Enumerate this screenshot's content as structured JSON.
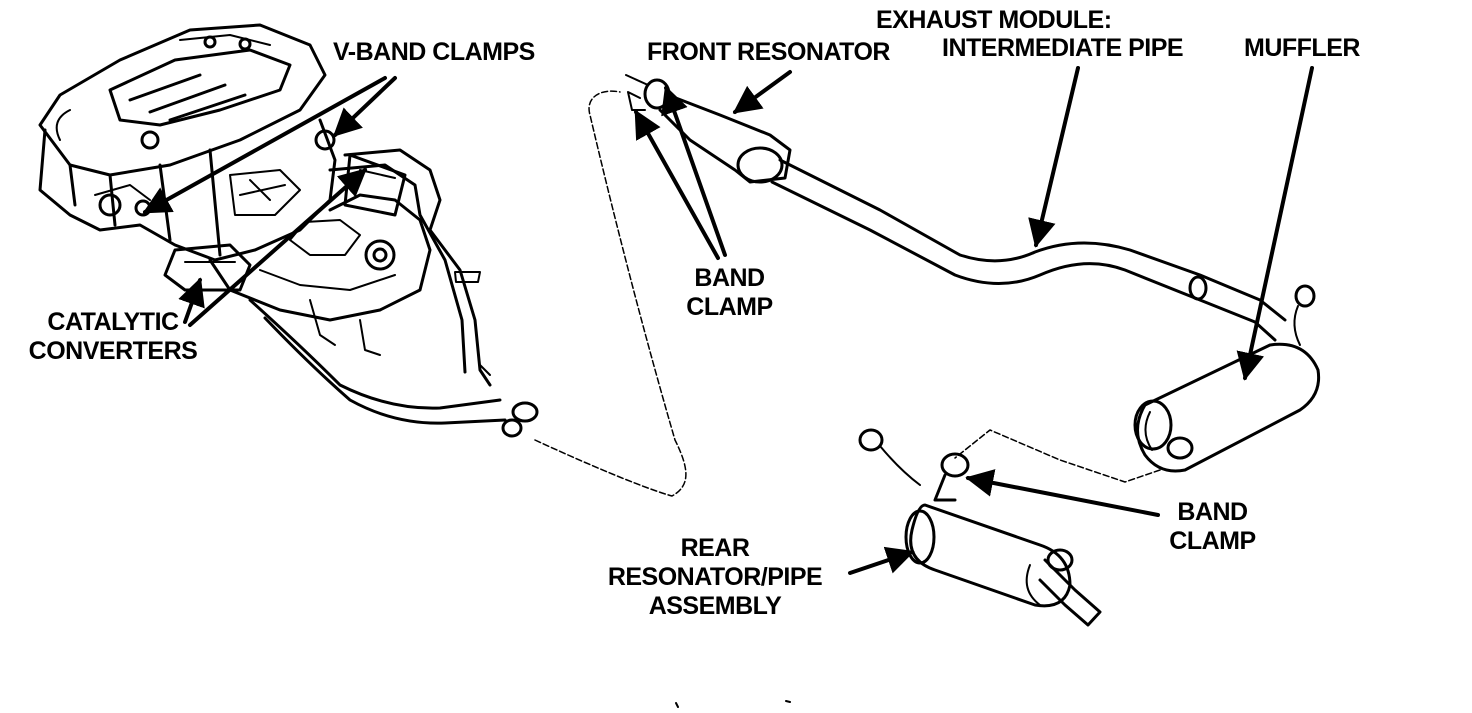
{
  "labels": {
    "v_band_clamps": "V-BAND CLAMPS",
    "front_resonator": "FRONT RESONATOR",
    "exhaust_module": "EXHAUST MODULE:",
    "intermediate_pipe": "INTERMEDIATE PIPE",
    "muffler": "MUFFLER",
    "band_clamp_front": [
      "BAND",
      "CLAMP"
    ],
    "catalytic_converters": [
      "CATALYTIC",
      "CONVERTERS"
    ],
    "band_clamp_rear": [
      "BAND",
      "CLAMP"
    ],
    "rear_resonator_pipe_assembly": [
      "REAR",
      "RESONATOR/PIPE",
      "ASSEMBLY"
    ]
  },
  "colors": {
    "ink": "#000000",
    "background": "#ffffff"
  }
}
